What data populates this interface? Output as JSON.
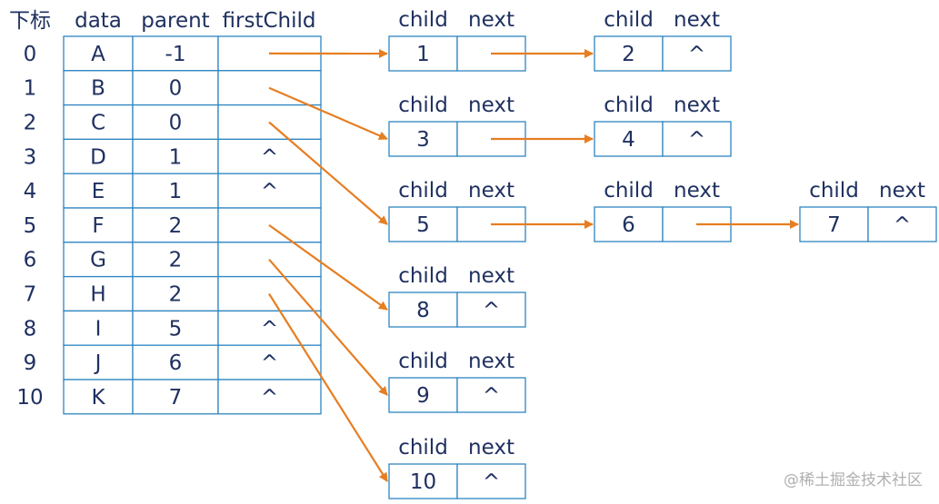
{
  "table": {
    "headers": {
      "index": "下标",
      "data": "data",
      "parent": "parent",
      "firstChild": "firstChild"
    },
    "rows": [
      {
        "index": "0",
        "data": "A",
        "parent": "-1",
        "firstChild": ""
      },
      {
        "index": "1",
        "data": "B",
        "parent": "0",
        "firstChild": ""
      },
      {
        "index": "2",
        "data": "C",
        "parent": "0",
        "firstChild": ""
      },
      {
        "index": "3",
        "data": "D",
        "parent": "1",
        "firstChild": "^"
      },
      {
        "index": "4",
        "data": "E",
        "parent": "1",
        "firstChild": "^"
      },
      {
        "index": "5",
        "data": "F",
        "parent": "2",
        "firstChild": ""
      },
      {
        "index": "6",
        "data": "G",
        "parent": "2",
        "firstChild": ""
      },
      {
        "index": "7",
        "data": "H",
        "parent": "2",
        "firstChild": ""
      },
      {
        "index": "8",
        "data": "I",
        "parent": "5",
        "firstChild": "^"
      },
      {
        "index": "9",
        "data": "J",
        "parent": "6",
        "firstChild": "^"
      },
      {
        "index": "10",
        "data": "K",
        "parent": "7",
        "firstChild": "^"
      }
    ]
  },
  "node_headers": {
    "child": "child",
    "next": "next"
  },
  "lists": [
    {
      "from_row": 0,
      "nodes": [
        {
          "child": "1",
          "next": ""
        },
        {
          "child": "2",
          "next": "^"
        }
      ]
    },
    {
      "from_row": 1,
      "nodes": [
        {
          "child": "3",
          "next": ""
        },
        {
          "child": "4",
          "next": "^"
        }
      ]
    },
    {
      "from_row": 2,
      "nodes": [
        {
          "child": "5",
          "next": ""
        },
        {
          "child": "6",
          "next": ""
        },
        {
          "child": "7",
          "next": "^"
        }
      ]
    },
    {
      "from_row": 5,
      "nodes": [
        {
          "child": "8",
          "next": "^"
        }
      ]
    },
    {
      "from_row": 6,
      "nodes": [
        {
          "child": "9",
          "next": "^"
        }
      ]
    },
    {
      "from_row": 7,
      "nodes": [
        {
          "child": "10",
          "next": "^"
        }
      ]
    }
  ],
  "colors": {
    "border": "#2e86c1",
    "arrow": "#e67e22",
    "text": "#1f3060",
    "watermark": "#b0b0b0"
  },
  "watermark": "@稀土掘金技术社区"
}
